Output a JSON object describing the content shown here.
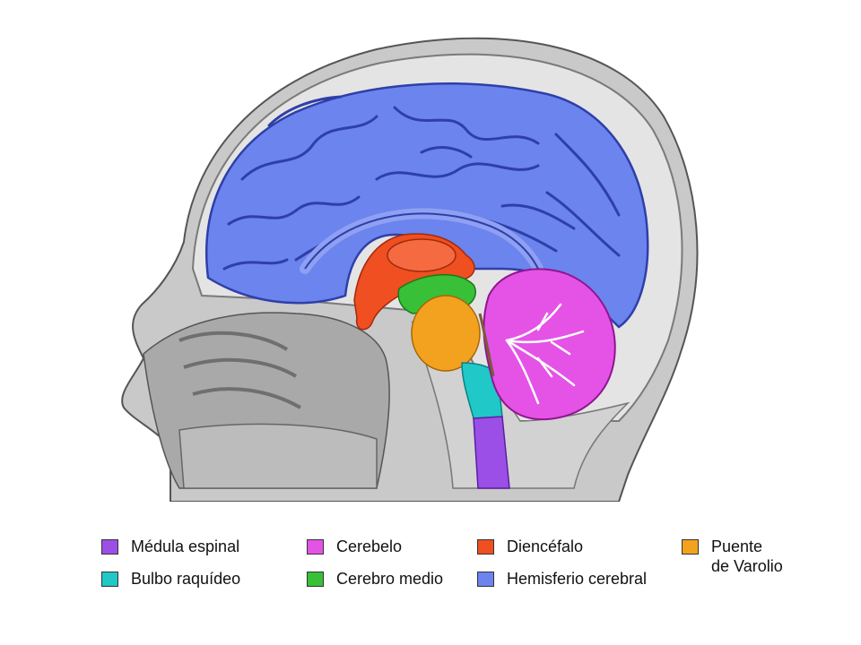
{
  "regions": [
    {
      "key": "medula",
      "label": "Médula espinal",
      "color": "#9b4fe6"
    },
    {
      "key": "bulbo",
      "label": "Bulbo raquídeo",
      "color": "#20c8c8"
    },
    {
      "key": "cerebelo",
      "label": "Cerebelo",
      "color": "#e453e6"
    },
    {
      "key": "cerebro_medio",
      "label": "Cerebro medio",
      "color": "#38c038"
    },
    {
      "key": "diencefalo",
      "label": "Diencéfalo",
      "color": "#ef4f21"
    },
    {
      "key": "hemisferio",
      "label": "Hemisferio cerebral",
      "color": "#6b84ee"
    },
    {
      "key": "puente",
      "label": "Puente\nde Varolio",
      "color": "#f3a21f"
    }
  ],
  "colors": {
    "hemisphere_fill": "#6b84ee",
    "gyri_line": "#2f3fa8",
    "skull": "#d8d8d8",
    "skin": "#bdbdbd",
    "outline": "#444444"
  }
}
